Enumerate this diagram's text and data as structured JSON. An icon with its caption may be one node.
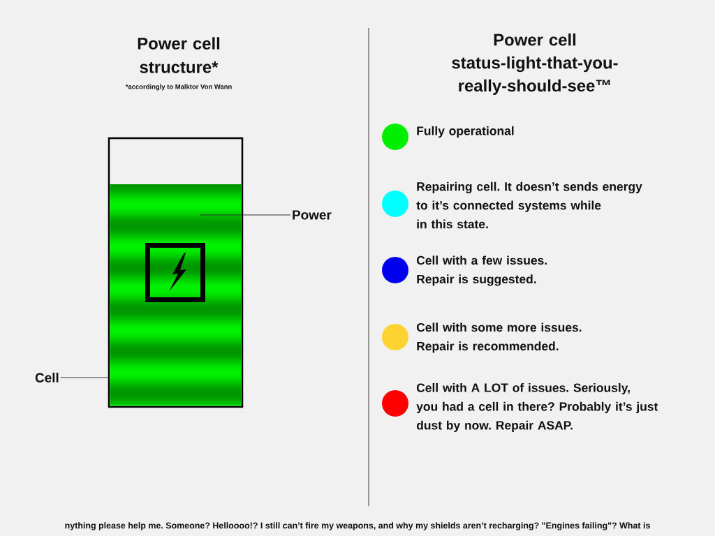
{
  "diagram": {
    "nodes": [
      {
        "text": [
          "Power"
        ]
      },
      {
        "text": [
          "Cell"
        ]
      },
      {
        "text": [],
        "shape": "box"
      },
      {
        "text": [],
        "shape": "bar",
        "in": 2
      }
    ],
    "edges": [
      {
        "from": 0,
        "to": 3,
        "arrow": "none"
      },
      {
        "from": 1,
        "to": 2,
        "arrow": "none"
      }
    ],
    "labels": [
      "Power cell structure*",
      "*accordingly to Malktor Von Wann",
      "Power cell status-light-that-you-really-should-see™",
      "nything please help me. Someone? Helloooo!? I still can’t fire my weapons, and why my shields aren’t recharging? \"Engines failing\"? What is"
    ],
    "legend": [
      {
        "text": "Fully operational",
        "color": "#00ee00"
      },
      {
        "text": "Repairing cell. It doesn’t sends energy to it’s connected systems while in this state.",
        "color": "#00ffff"
      },
      {
        "text": "Cell with a few issues. Repair is suggested.",
        "color": "#0000ee"
      },
      {
        "text": "Cell with some more issues. Repair is recommended.",
        "color": "#fdd32f"
      },
      {
        "text": "Cell with A LOT of issues. Seriously, you had a cell in there? Probably it’s just dust by now. Repair ASAP.",
        "color": "#ff0000"
      }
    ]
  }
}
